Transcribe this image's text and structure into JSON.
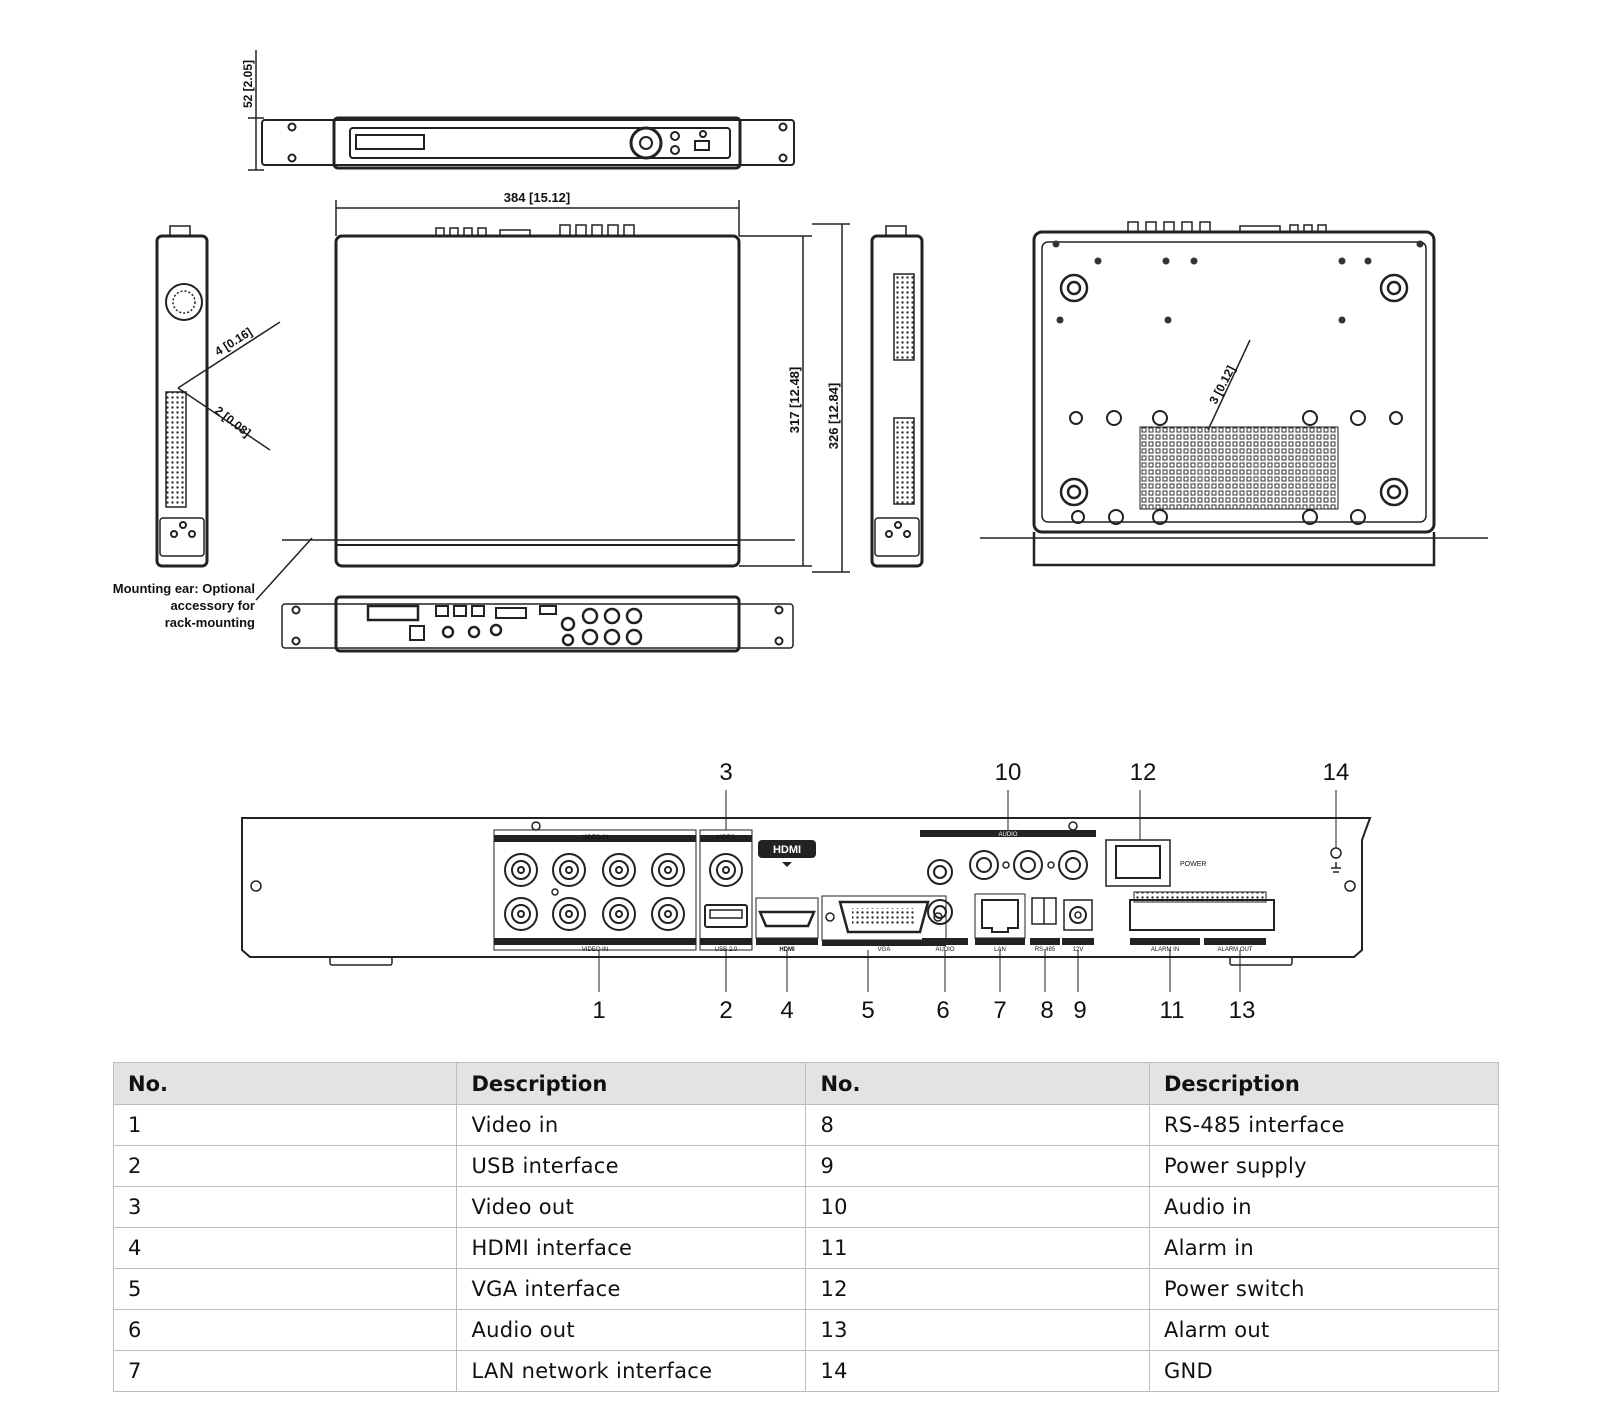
{
  "dimensions": {
    "front_height": "52 [2.05]",
    "width": "384 [15.12]",
    "depth_inner": "317 [12.48]",
    "depth_outer": "326 [12.84]",
    "side_hole_a": "4 [0.16]",
    "side_hole_b": "2 [0.08]",
    "bottom_hole": "3 [0.12]"
  },
  "mounting_note": [
    "Mounting ear: Optional",
    "accessory for",
    "rack-mounting"
  ],
  "rear_panel": {
    "screen_labels": {
      "video_in_top": "VIDEO IN",
      "video_in_bottom": "VIDEO IN",
      "video_out": "VIDEO",
      "hdmi_logo": "HDMI",
      "hdmi": "HDMI",
      "usb": "USB 2.0",
      "vga": "VGA",
      "audio_top": "AUDIO",
      "audio_out": "AUDIO",
      "lan": "LAN",
      "rs485": "RS-485",
      "power_supply": "12V",
      "power": "POWER",
      "alarm_in": "ALARM IN",
      "alarm_out": "ALARM OUT"
    },
    "callouts": [
      "1",
      "2",
      "3",
      "4",
      "5",
      "6",
      "7",
      "8",
      "9",
      "10",
      "11",
      "12",
      "13",
      "14"
    ]
  },
  "table": {
    "headers": [
      "No.",
      "Description",
      "No.",
      "Description"
    ],
    "rows": [
      [
        "1",
        "Video in",
        "8",
        "RS-485 interface"
      ],
      [
        "2",
        "USB interface",
        "9",
        "Power supply"
      ],
      [
        "3",
        "Video out",
        "10",
        "Audio in"
      ],
      [
        "4",
        "HDMI interface",
        "11",
        "Alarm in"
      ],
      [
        "5",
        "VGA interface",
        "12",
        "Power switch"
      ],
      [
        "6",
        "Audio out",
        "13",
        "Alarm out"
      ],
      [
        "7",
        "LAN network interface",
        "14",
        "GND"
      ]
    ]
  }
}
